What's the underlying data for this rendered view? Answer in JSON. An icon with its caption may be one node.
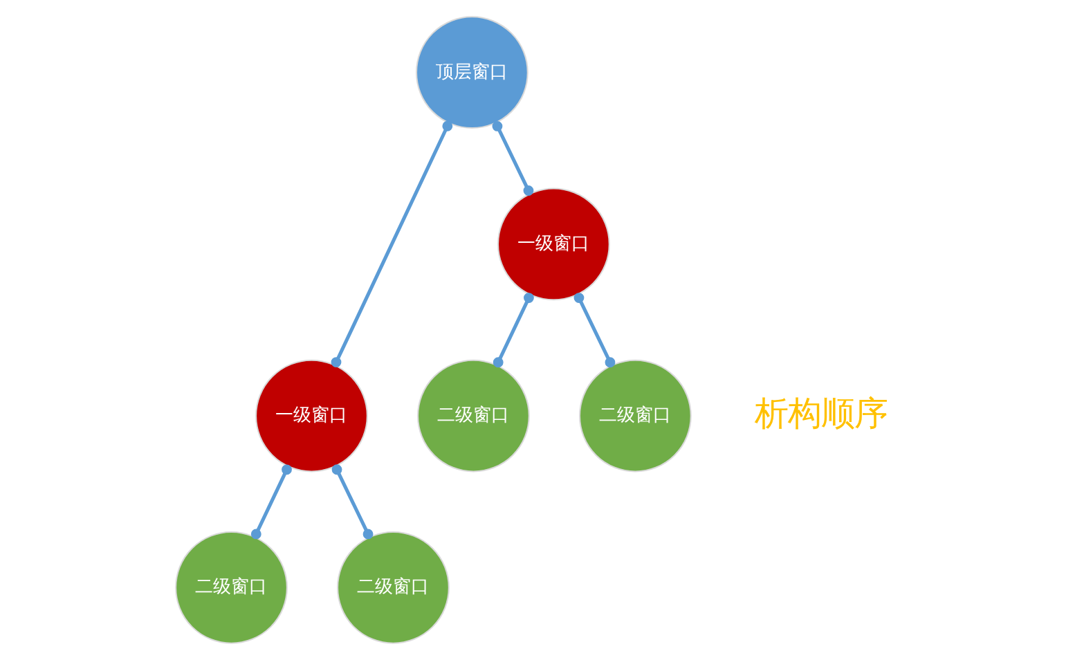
{
  "diagram": {
    "nodes": [
      {
        "text": [
          "顶层窗口"
        ]
      },
      {
        "text": [
          "一级窗口"
        ]
      },
      {
        "text": [
          "一级窗口"
        ]
      },
      {
        "text": [
          "二级窗口"
        ]
      },
      {
        "text": [
          "二级窗口"
        ]
      },
      {
        "text": [
          "二级窗口"
        ]
      },
      {
        "text": [
          "二级窗口"
        ]
      }
    ],
    "edges": [
      {
        "from": 0,
        "to": 1,
        "arrow": "other"
      },
      {
        "from": 0,
        "to": 2,
        "arrow": "other"
      },
      {
        "from": 1,
        "to": 3,
        "arrow": "other"
      },
      {
        "from": 1,
        "to": 4,
        "arrow": "other"
      },
      {
        "from": 2,
        "to": 5,
        "arrow": "other"
      },
      {
        "from": 2,
        "to": 6,
        "arrow": "other"
      }
    ],
    "labels": [
      "析构顺序"
    ]
  }
}
